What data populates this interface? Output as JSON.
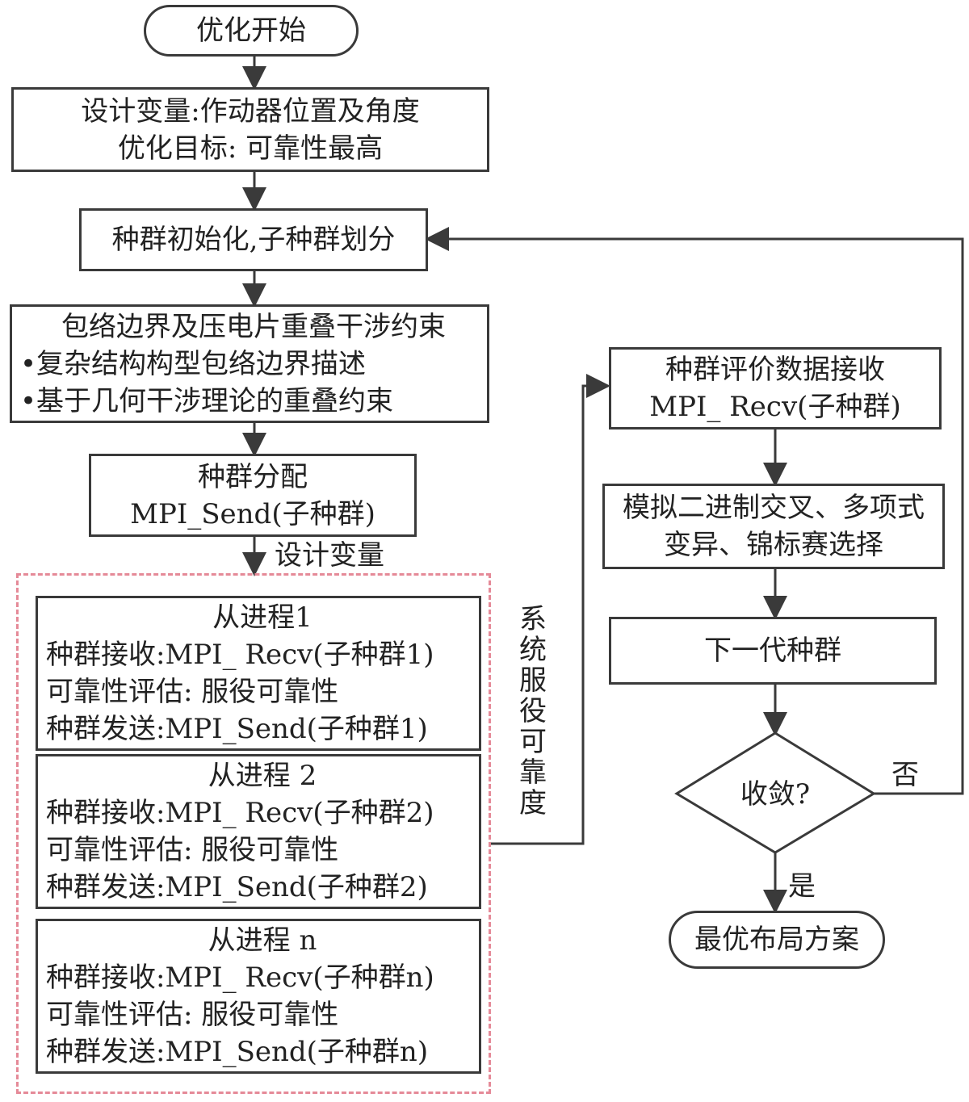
{
  "nodes": {
    "start": "优化开始",
    "design": [
      "设计变量:作动器位置及角度",
      "优化目标: 可靠性最高"
    ],
    "init": "种群初始化,子种群划分",
    "constraint": [
      "包络边界及压电片重叠干涉约束",
      "•复杂结构构型包络边界描述",
      "•基于几何干涉理论的重叠约束"
    ],
    "distribute": [
      "种群分配",
      "MPI_Send(子种群)"
    ],
    "slave1": [
      "从进程1",
      "种群接收:MPI_ Recv(子种群1)",
      "可靠性评估: 服役可靠性",
      "种群发送:MPI_Send(子种群1)"
    ],
    "slave2": [
      "从进程 2",
      "种群接收:MPI_ Recv(子种群2)",
      "可靠性评估: 服役可靠性",
      "种群发送:MPI_Send(子种群2)"
    ],
    "slaven": [
      "从进程 n",
      "种群接收:MPI_ Recv(子种群n)",
      "可靠性评估: 服役可靠性",
      "种群发送:MPI_Send(子种群n)"
    ],
    "receive": [
      "种群评价数据接收",
      "MPI_ Recv(子种群)"
    ],
    "operators": [
      "模拟二进制交叉、多项式",
      "变异、锦标赛选择"
    ],
    "next_gen": "下一代种群",
    "converge": "收敛?",
    "result": "最优布局方案"
  },
  "edge_labels": {
    "design_vars": "设计变量",
    "system_reliability": "系统服役可靠度",
    "no": "否",
    "yes": "是"
  },
  "colors": {
    "line": "#3a3a3a",
    "dashed_group": "#e58a98"
  }
}
